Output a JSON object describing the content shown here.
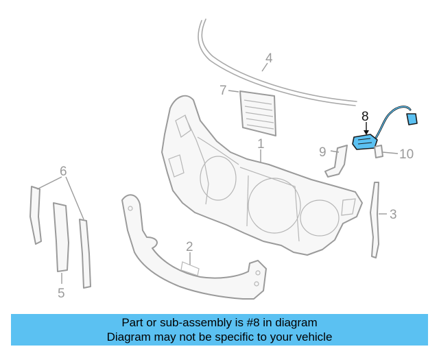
{
  "callouts": {
    "c1": "1",
    "c2": "2",
    "c3": "3",
    "c4": "4",
    "c5": "5",
    "c6": "6",
    "c7": "7",
    "c8": "8",
    "c9": "9",
    "c10": "10"
  },
  "highlight_color": "#5bc1f2",
  "banner": {
    "line1": "Part or sub-assembly is #8 in diagram",
    "line2": "Diagram may not be specific to your vehicle"
  }
}
